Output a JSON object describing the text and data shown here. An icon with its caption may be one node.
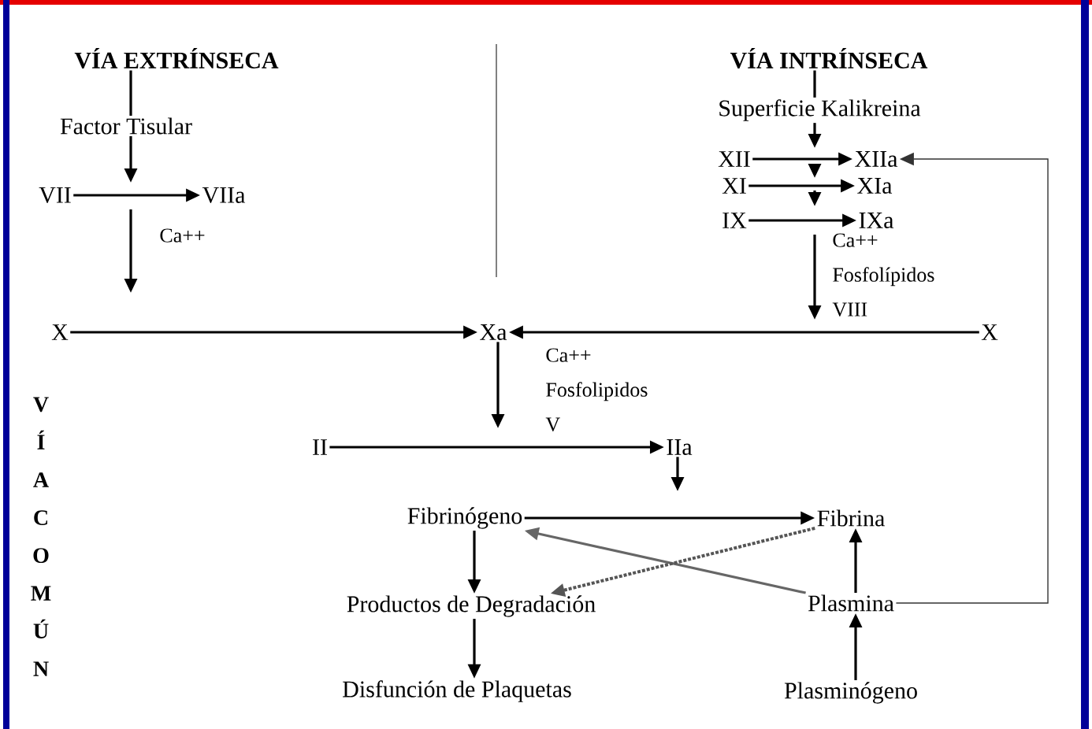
{
  "diagram": {
    "nodes": [
      {
        "text": [
          "VÍA EXTRÍNSECA"
        ]
      },
      {
        "text": [
          "Factor Tisular"
        ]
      },
      {
        "text": [
          "VII"
        ]
      },
      {
        "text": [
          "VIIa"
        ]
      },
      {
        "text": [
          "X"
        ]
      },
      {
        "text": [
          "Xa"
        ]
      },
      {
        "text": [
          "VÍA INTRÍNSECA"
        ]
      },
      {
        "text": [
          "Superficie Kalikreina"
        ]
      },
      {
        "text": [
          "XII"
        ]
      },
      {
        "text": [
          "XIIa"
        ]
      },
      {
        "text": [
          "XI"
        ]
      },
      {
        "text": [
          "XIa"
        ]
      },
      {
        "text": [
          "IX"
        ]
      },
      {
        "text": [
          "IXa"
        ]
      },
      {
        "text": [
          "X"
        ]
      },
      {
        "text": [
          "II"
        ]
      },
      {
        "text": [
          "IIa"
        ]
      },
      {
        "text": [
          "Fibrinógeno"
        ]
      },
      {
        "text": [
          "Fibrina"
        ]
      },
      {
        "text": [
          "Productos de Degradación"
        ]
      },
      {
        "text": [
          "Plasmina"
        ]
      },
      {
        "text": [
          "Disfunción de Plaquetas"
        ]
      },
      {
        "text": [
          "Plasminógeno"
        ]
      }
    ],
    "edges": [
      {
        "from": 0,
        "to": 1,
        "arrow": "none"
      },
      {
        "from": 1,
        "to": null,
        "arrow": "to"
      },
      {
        "from": 2,
        "to": 3,
        "arrow": "to"
      },
      {
        "from": 4,
        "to": 5,
        "arrow": "to"
      },
      {
        "from": 6,
        "to": 7,
        "arrow": "none"
      },
      {
        "from": 7,
        "to": null,
        "arrow": "to"
      },
      {
        "from": 8,
        "to": 9,
        "arrow": "to"
      },
      {
        "from": 10,
        "to": 11,
        "arrow": "to"
      },
      {
        "from": 12,
        "to": 13,
        "arrow": "to"
      },
      {
        "from": 14,
        "to": 5,
        "arrow": "to"
      },
      {
        "from": 5,
        "to": null,
        "arrow": "to"
      },
      {
        "from": 15,
        "to": 16,
        "arrow": "to"
      },
      {
        "from": 16,
        "to": null,
        "arrow": "to"
      },
      {
        "from": 17,
        "to": 18,
        "arrow": "to"
      },
      {
        "from": 17,
        "to": 19,
        "arrow": "to"
      },
      {
        "from": 19,
        "to": 21,
        "arrow": "to"
      },
      {
        "from": 22,
        "to": 20,
        "arrow": "to"
      },
      {
        "from": 20,
        "to": 18,
        "arrow": "to"
      },
      {
        "from": 20,
        "to": 17,
        "arrow": "to",
        "color": "#666666"
      },
      {
        "from": 18,
        "to": 19,
        "arrow": "to",
        "style": "dashed",
        "color": "#555555"
      },
      {
        "from": 20,
        "to": 9,
        "arrow": "to",
        "color": "#333333"
      }
    ],
    "labels": [
      "Ca++",
      "Ca++ Fosfolípidos VIII",
      "Ca++ Fosfolipidos V",
      "V Í A C O M Ú N"
    ]
  }
}
